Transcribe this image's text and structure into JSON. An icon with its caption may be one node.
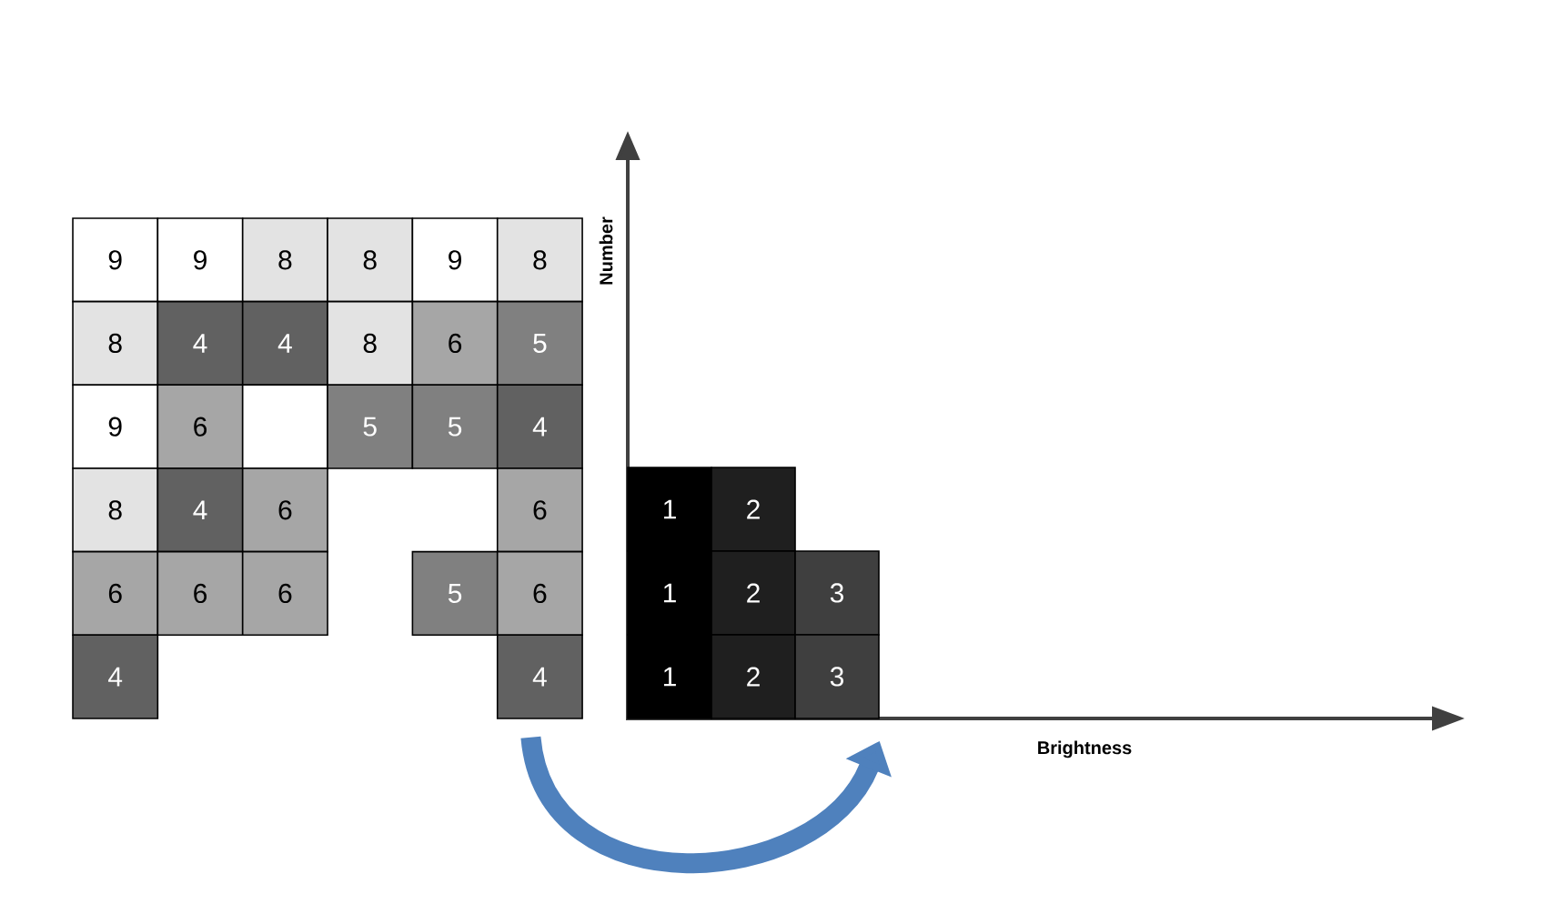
{
  "diagram": {
    "nodes": [
      {
        "text": [
          "9"
        ]
      },
      {
        "text": [
          "9"
        ]
      },
      {
        "text": [
          "8"
        ]
      },
      {
        "text": [
          "8"
        ]
      },
      {
        "text": [
          "9"
        ]
      },
      {
        "text": [
          "8"
        ]
      },
      {
        "text": [
          "8"
        ]
      },
      {
        "text": [
          "4"
        ]
      },
      {
        "text": [
          "4"
        ]
      },
      {
        "text": [
          "8"
        ]
      },
      {
        "text": [
          "6"
        ]
      },
      {
        "text": [
          "5"
        ]
      },
      {
        "text": [
          "9"
        ]
      },
      {
        "text": [
          "6"
        ]
      },
      {
        "text": [],
        "shape": "box"
      },
      {
        "text": [
          "5"
        ]
      },
      {
        "text": [
          "5"
        ]
      },
      {
        "text": [
          "4"
        ]
      },
      {
        "text": [
          "8"
        ]
      },
      {
        "text": [
          "4"
        ]
      },
      {
        "text": [
          "6"
        ]
      },
      {
        "text": [
          "6"
        ]
      },
      {
        "text": [
          "6"
        ]
      },
      {
        "text": [
          "6"
        ]
      },
      {
        "text": [
          "6"
        ]
      },
      {
        "text": [
          "5"
        ]
      },
      {
        "text": [
          "6"
        ]
      },
      {
        "text": [
          "4"
        ]
      },
      {
        "text": [
          "4"
        ]
      },
      {
        "text": [
          "1"
        ]
      },
      {
        "text": [
          "2"
        ]
      },
      {
        "text": [
          "1"
        ]
      },
      {
        "text": [
          "2"
        ]
      },
      {
        "text": [
          "3"
        ]
      },
      {
        "text": [
          "1"
        ]
      },
      {
        "text": [
          "2"
        ]
      },
      {
        "text": [
          "3"
        ]
      }
    ],
    "edges": [
      {
        "from": 28,
        "to": 36,
        "arrow": "to",
        "color": "#4f81bd"
      }
    ],
    "labels": [
      "Number",
      "Brightness"
    ]
  }
}
